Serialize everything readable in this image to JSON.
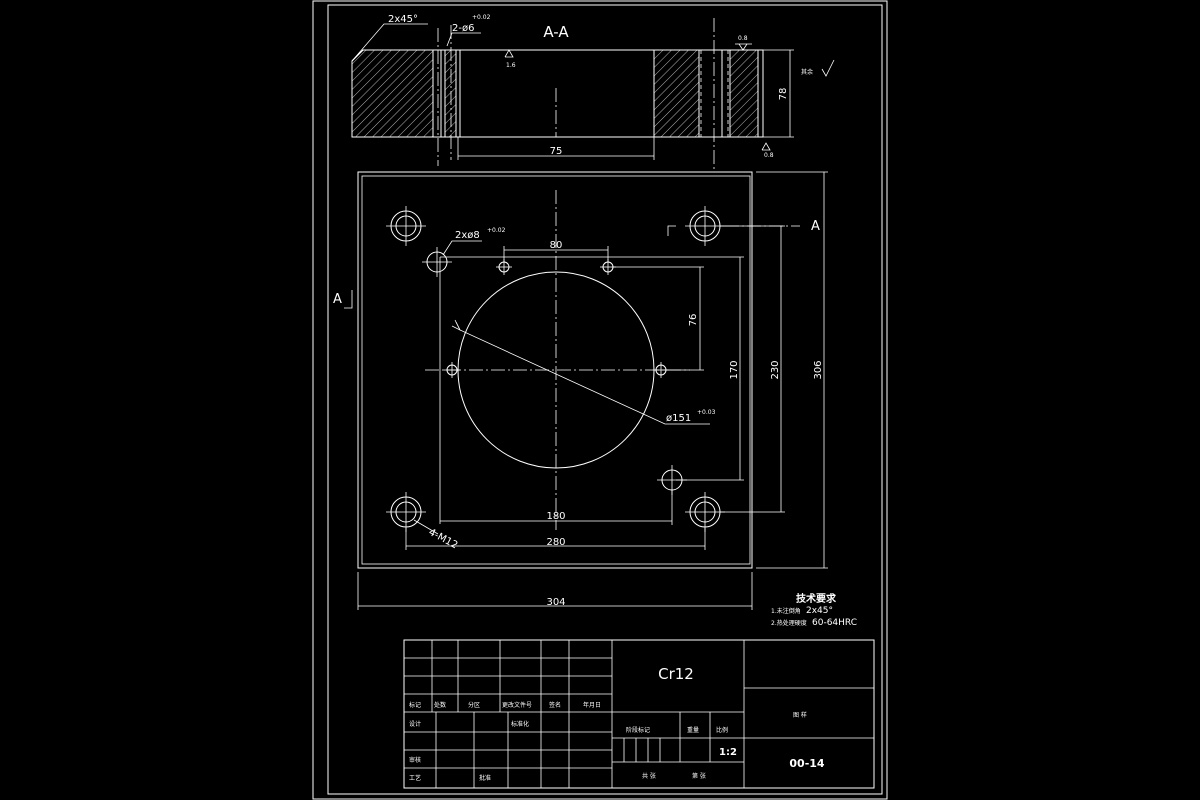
{
  "section": {
    "title": "A-A",
    "chamfer": "2x45°",
    "pin_holes": "2-ø6",
    "pin_holes_tol": "+0.02",
    "height": "78",
    "width_75": "75",
    "roughness_16": "1.6",
    "roughness_08_top": "0.8",
    "roughness_08_bottom": "0.8",
    "other_roughness_label": "其余"
  },
  "plan": {
    "section_mark_a": "A",
    "section_mark_a_left": "A",
    "dim_80": "80",
    "dim_76": "76",
    "dim_170": "170",
    "dim_230": "230",
    "dim_306": "306",
    "dim_180": "180",
    "dim_280": "280",
    "dim_304": "304",
    "pin_holes": "2xø8",
    "pin_holes_tol": "+0.02",
    "bore": "ø151",
    "bore_tol": "+0.03",
    "thread": "4-M12"
  },
  "notes": {
    "heading": "技术要求",
    "line1_prefix": "1.未注倒角",
    "line1_value": "2x45°",
    "line2_prefix": "2.热处理硬度",
    "line2_value": "60-64HRC"
  },
  "title_block": {
    "material": "Cr12",
    "drawing_name_label": "图 样",
    "drawing_number": "00-14",
    "scale": "1:2",
    "labels": {
      "mark": "标记",
      "count": "处数",
      "zone": "分区",
      "change_doc": "更改文件号",
      "signature": "签名",
      "date": "年月日",
      "designer": "设计",
      "standardization": "标准化",
      "review": "审核",
      "process": "工艺",
      "approve": "批准",
      "stage_mark": "阶段标记",
      "weight": "重量",
      "scale_label": "比例",
      "sheets_total": "共 张",
      "sheet_no": "第 张"
    }
  }
}
